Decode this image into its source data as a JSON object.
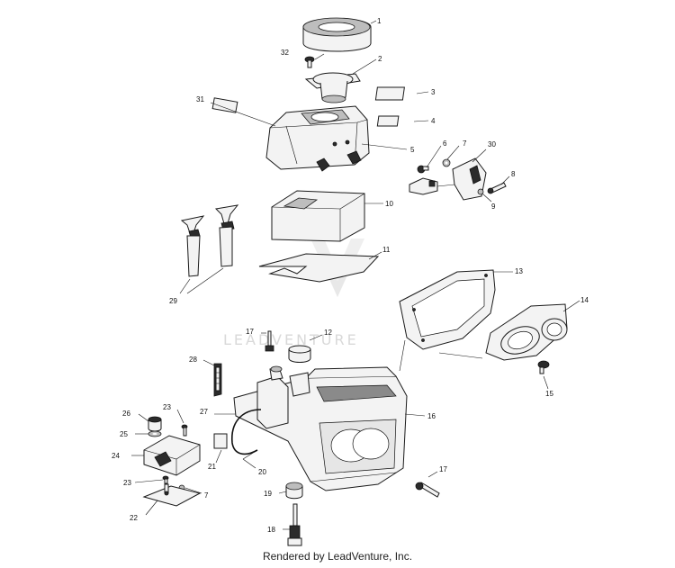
{
  "callouts": {
    "c1": "1",
    "c2": "2",
    "c3": "3",
    "c4": "4",
    "c5": "5",
    "c6": "6",
    "c7a": "7",
    "c7b": "7",
    "c8": "8",
    "c9": "9",
    "c10": "10",
    "c11": "11",
    "c12": "12",
    "c13": "13",
    "c14": "14",
    "c15": "15",
    "c16": "16",
    "c17a": "17",
    "c17b": "17",
    "c18": "18",
    "c19": "19",
    "c20": "20",
    "c21": "21",
    "c22": "22",
    "c23a": "23",
    "c23b": "23",
    "c24": "24",
    "c25": "25",
    "c26": "26",
    "c27": "27",
    "c28": "28",
    "c29": "29",
    "c30": "30",
    "c31": "31",
    "c32": "32"
  },
  "watermark": "LEADVENTURE",
  "footer": "Rendered by LeadVenture, Inc.",
  "colors": {
    "ink": "#111111",
    "fill": "#f3f3f3",
    "watermark": "#d9d9d9"
  }
}
